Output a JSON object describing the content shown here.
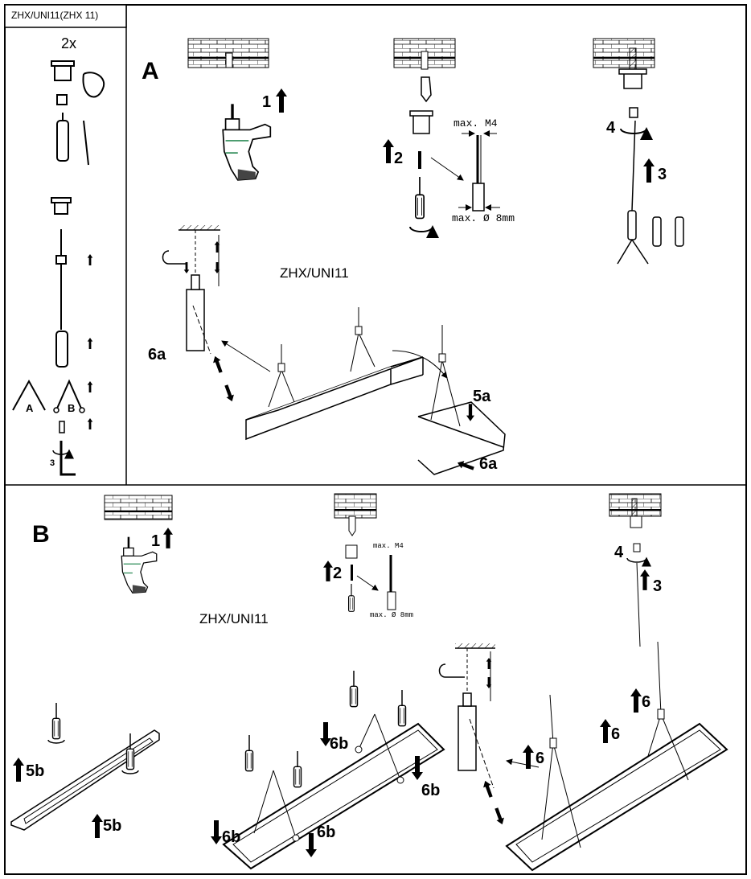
{
  "kit": {
    "code": "ZHX/UNI11(ZHX 11)",
    "quantity": "2x",
    "cable_a": "A",
    "cable_b": "B",
    "hex_step": "3"
  },
  "section_a": {
    "letter": "A",
    "model": "ZHX/UNI11",
    "steps": {
      "drill": "1",
      "dowel": "2",
      "hang": "3",
      "screw": "4",
      "adjust": "6a",
      "fix": "5a",
      "slide": "6a"
    },
    "spec_thread": "max. M4",
    "spec_diameter": "max. Ø 8mm"
  },
  "section_b": {
    "letter": "B",
    "model": "ZHX/UNI11",
    "steps": {
      "drill": "1",
      "dowel": "2",
      "hang": "3",
      "screw": "4",
      "fix": "5b",
      "hook": "6b",
      "adjust": "6"
    },
    "spec_thread": "max. M4",
    "spec_diameter": "max. Ø 8mm"
  },
  "colors": {
    "line": "#000000",
    "accent": "#2e8b57",
    "panel": "#ffffff"
  }
}
